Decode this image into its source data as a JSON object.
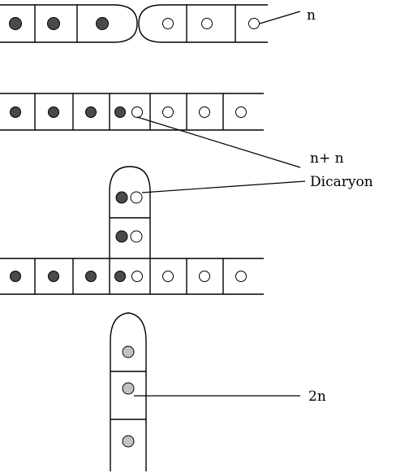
{
  "labels": {
    "haploid": "n",
    "dikaryon_ploidy": "n+ n",
    "dikaryon_name": "Dicaryon",
    "diploid": "2n"
  },
  "colors": {
    "nucleus_dark": "#4a4a4a",
    "nucleus_light": "#ffffff",
    "nucleus_diploid": "#c2c2c2"
  }
}
